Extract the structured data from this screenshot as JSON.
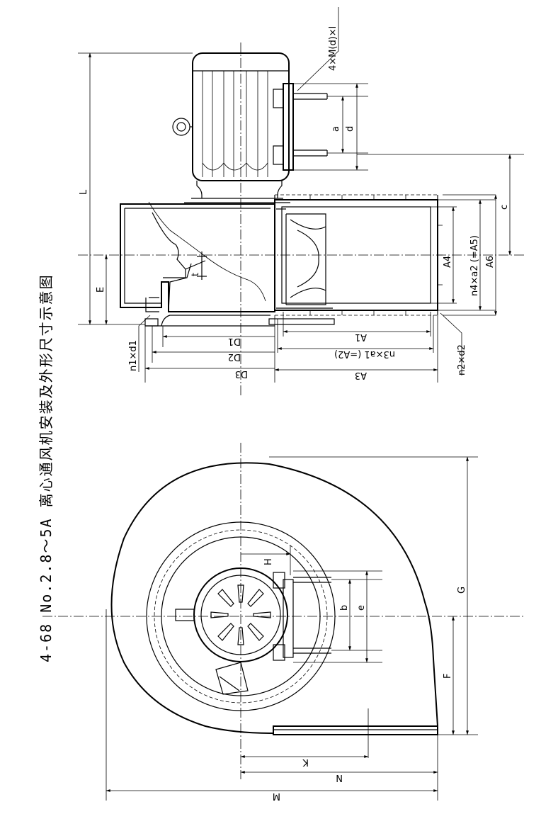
{
  "title": "4-68 No.2.8～5A 离心通风机安装及外形尺寸示意图",
  "labels": {
    "L": "L",
    "E": "E",
    "t": "t",
    "bolt": "4×M(d)×l",
    "a": "a",
    "d": "d",
    "c": "c",
    "A4": "A4",
    "n4a2": "n4×a2 (=A5)",
    "A6": "A6",
    "D1": "D1",
    "D2": "D2",
    "D3": "D3",
    "n1d1": "n1×d1",
    "A1": "A1",
    "n3a1": "n3×a1 (=A2)",
    "A3": "A3",
    "n2d2": "n2×d2",
    "H": "H",
    "b": "b",
    "e": "e",
    "G": "G",
    "F": "F",
    "K": "K",
    "N": "N",
    "M": "M"
  }
}
